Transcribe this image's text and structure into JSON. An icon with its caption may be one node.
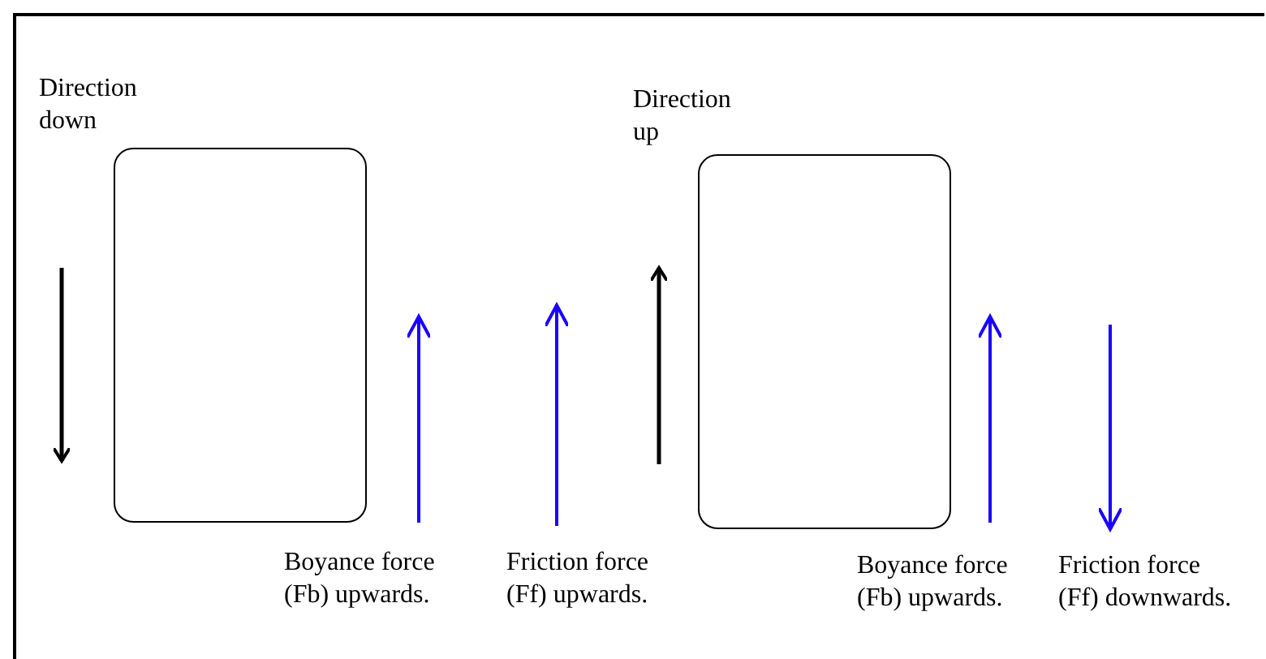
{
  "diagram": {
    "nodes": [
      {
        "text": [],
        "shape": "box"
      },
      {
        "text": [],
        "shape": "box"
      }
    ],
    "labels": [
      "Direction down",
      "Direction up",
      "Boyance force (Fb) upwards.",
      "Friction force (Ff) upwards.",
      "Boyance force (Fb) upwards.",
      "Friction force (Ff) downwards."
    ]
  }
}
